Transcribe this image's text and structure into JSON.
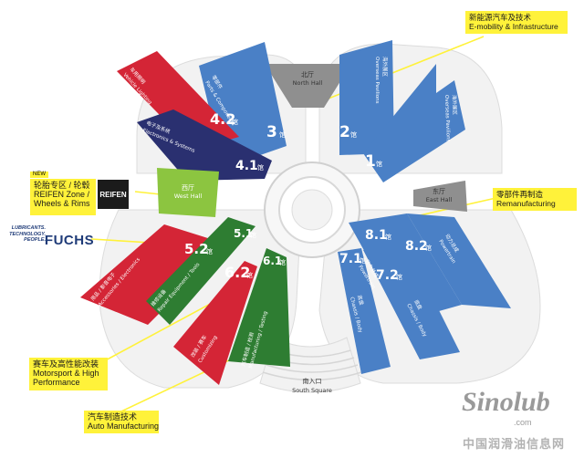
{
  "colors": {
    "blue": "#4a80c6",
    "red": "#d42536",
    "green": "#2e7d32",
    "green_light": "#8cc540",
    "navy": "#2a3070",
    "grey": "#8f8f8f",
    "callout": "#fff23a"
  },
  "callouts": {
    "emobility": {
      "cn": "新能源汽车及技术",
      "en": "E-mobility & Infrastructure"
    },
    "reifen": {
      "badge": "NEW",
      "cn": "轮胎专区 / 轮毂",
      "en1": "REIFEN Zone /",
      "en2": "Wheels & Rims"
    },
    "reman": {
      "cn": "零部件再制造",
      "en": "Remanufacturing"
    },
    "motorsport": {
      "cn": "赛车及高性能改装",
      "en1": "Motorsport & High",
      "en2": "Performance"
    },
    "automfg": {
      "cn": "汽车制造技术",
      "en": "Auto Manufacturing"
    }
  },
  "halls": {
    "north": {
      "cn": "北厅",
      "en": "North Hall"
    },
    "east": {
      "cn": "东厅",
      "en": "East Hall"
    },
    "west": {
      "cn": "西厅",
      "en": "West Hall"
    },
    "south": {
      "cn": "南入口",
      "en": "South Square"
    },
    "h1": {
      "num": "1",
      "suffix": "馆",
      "cn": "海外展区",
      "en": "Overseas Pavilions"
    },
    "h2": {
      "num": "2",
      "suffix": "馆",
      "cn": "海外展区",
      "en": "Overseas Pavilions"
    },
    "h3": {
      "num": "3",
      "suffix": "馆",
      "cn": "零部件",
      "en": "Parts & Components"
    },
    "h41": {
      "num": "4.1",
      "suffix": "馆",
      "cn": "电子及系统",
      "en": "Electronics & Systems"
    },
    "h42": {
      "num": "4.2",
      "suffix": "馆",
      "cn": "车用照明",
      "en": "Vehicle Lighting"
    },
    "h51": {
      "num": "5.1",
      "suffix": "馆",
      "cn": "维修设备",
      "en": "Repair Equipment / Tools"
    },
    "h52": {
      "num": "5.2",
      "suffix": "馆",
      "cn": "用品 / 影音电子",
      "en": "Accessories / Electronics"
    },
    "h61": {
      "num": "6.1",
      "suffix": "馆",
      "cn": "汽车制造 / 检测",
      "en": "Manufacturing / Testing"
    },
    "h62": {
      "num": "6.2",
      "suffix": "馆",
      "cn": "改装 / 赛车",
      "en": "Customizing"
    },
    "h71": {
      "num": "7.1",
      "suffix": "馆",
      "cn": "底盘",
      "en": "Chassis / Body"
    },
    "h72": {
      "num": "7.2",
      "suffix": "馆",
      "cn": "底盘",
      "en": "Chassis / Body"
    },
    "h81": {
      "num": "8.1",
      "suffix": "馆",
      "cn": "动力总成",
      "en": "Powertrain"
    },
    "h82": {
      "num": "8.2",
      "suffix": "馆",
      "cn": "动力总成",
      "en": "Powertrain"
    }
  },
  "fuchs": {
    "tagline1": "LUBRICANTS.",
    "tagline2": "TECHNOLOGY.",
    "tagline3": "PEOPLE.",
    "logo": "FUCHS"
  },
  "reifen_logo": "REIFEN",
  "watermark": {
    "brand": "Sinolub",
    "domain": ".com",
    "cn": "中国润滑油信息网"
  }
}
